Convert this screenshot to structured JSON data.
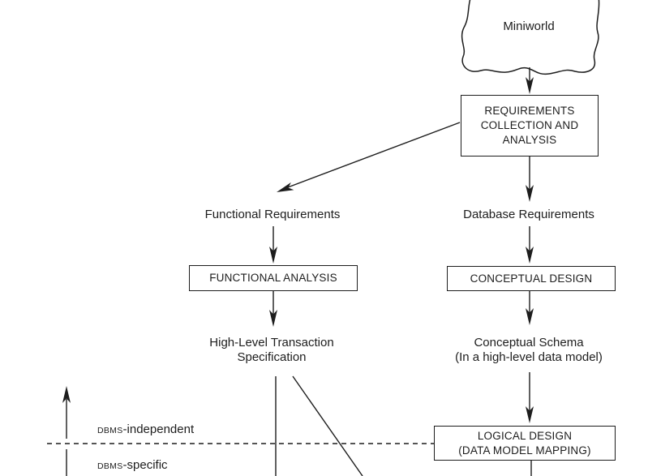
{
  "cloud": {
    "label": "Miniworld"
  },
  "boxes": {
    "requirements": {
      "lines": [
        "REQUIREMENTS",
        "COLLECTION AND",
        "ANALYSIS"
      ]
    },
    "functional_analysis": {
      "label": "FUNCTIONAL ANALYSIS"
    },
    "conceptual_design": {
      "label": "CONCEPTUAL DESIGN"
    },
    "logical_design": {
      "lines": [
        "LOGICAL DESIGN",
        "(DATA MODEL MAPPING)"
      ]
    }
  },
  "flow_labels": {
    "functional_requirements": "Functional Requirements",
    "database_requirements": "Database Requirements",
    "high_level_transaction": {
      "lines": [
        "High-Level Transaction",
        "Specification"
      ]
    },
    "conceptual_schema": {
      "lines": [
        "Conceptual Schema",
        "(In a high-level data model)"
      ]
    }
  },
  "zone_labels": {
    "independent": {
      "acronym": "DBMS",
      "rest": "-independent"
    },
    "specific": {
      "acronym": "DBMS",
      "rest": "-specific"
    }
  },
  "colors": {
    "ink": "#1d1d1d",
    "background": "#ffffff"
  }
}
